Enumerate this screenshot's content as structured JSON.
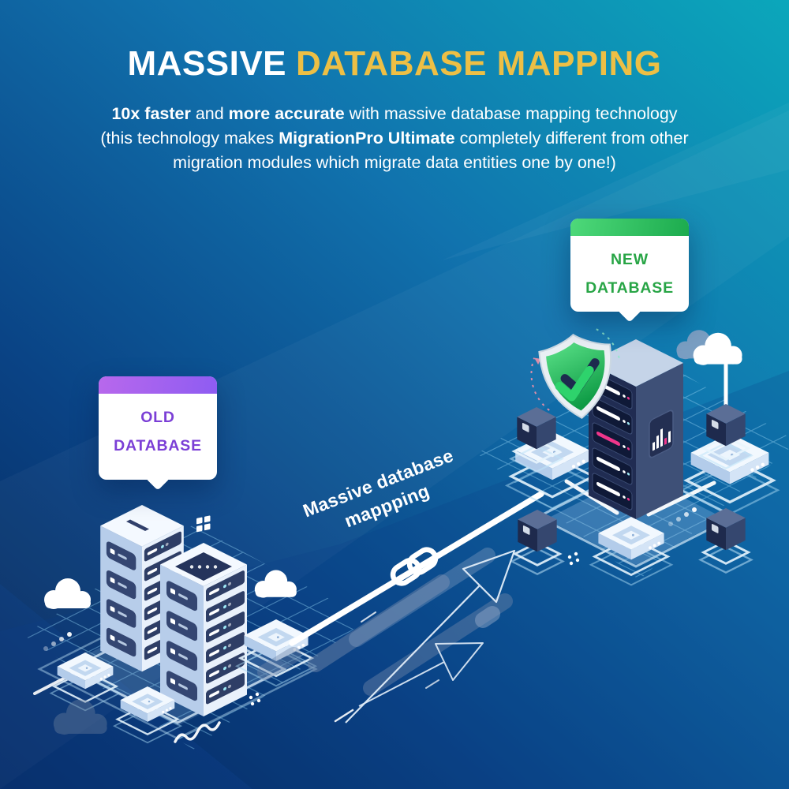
{
  "title": {
    "white_part": "MASSIVE",
    "accent_part": "DATABASE MAPPING"
  },
  "subtitle": {
    "l1a": "10x faster",
    "l1b": " and ",
    "l1c": "more accurate",
    "l1d": " with massive database mapping technology",
    "l2a": "(this technology makes ",
    "l2b": "MigrationPro Ultimate",
    "l2c": " completely different from other",
    "l3": "migration modules which migrate data entities one by one!)"
  },
  "old_database_card": {
    "label": "OLD DATABASE"
  },
  "new_database_card": {
    "label": "NEW DATABASE"
  },
  "flow_label": {
    "line1": "Massive database",
    "line2": "mappping"
  },
  "colors": {
    "title_accent": "#EDBF45",
    "background_top_right": "#0BA7BB",
    "background_mid": "#1173AE",
    "background_bottom": "#052557",
    "old_card_text": "#7B3FD6",
    "old_card_header_from": "#B868EC",
    "old_card_header_to": "#8E5CF2",
    "new_card_text": "#28A546",
    "new_card_header_from": "#4ED97A",
    "new_card_header_to": "#1CAB4E",
    "shield_green": "#2FBF5F",
    "server_pink_accent": "#F0368B"
  },
  "icons": {
    "chain_link_icon": "two interlocked rounded links",
    "shield_check_icon": "shield with double checkmark",
    "cloud_icon": "cloud",
    "arrow_icon": "outlined arrow pointing up-right",
    "window_icon": "four small squares",
    "server_tower_icon": "isometric server rack",
    "node_platform_icon": "isometric platform",
    "data_cube_icon": "isometric cube"
  }
}
